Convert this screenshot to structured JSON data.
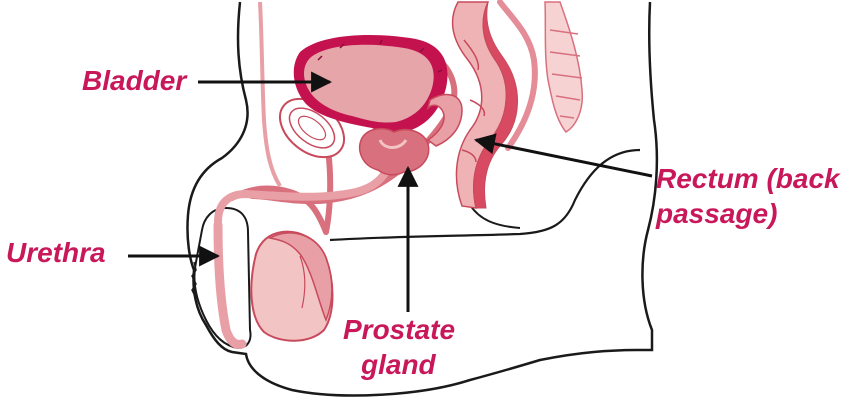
{
  "colors": {
    "label": "#c8185a",
    "arrow": "#111111",
    "outline": "#1a1a1a",
    "tissue_pink": "#f2c4c4",
    "tissue_mid": "#e8a0a6",
    "bladder_wall": "#c4124e",
    "bladder_inner": "#e6a5a9",
    "rectum_light": "#f0b3b5",
    "rectum_dark": "#d84a62"
  },
  "labels": {
    "bladder": "Bladder",
    "urethra": "Urethra",
    "prostate_line1": "Prostate",
    "prostate_line2": "gland",
    "rectum_line1": "Rectum (back",
    "rectum_line2": "passage)"
  }
}
